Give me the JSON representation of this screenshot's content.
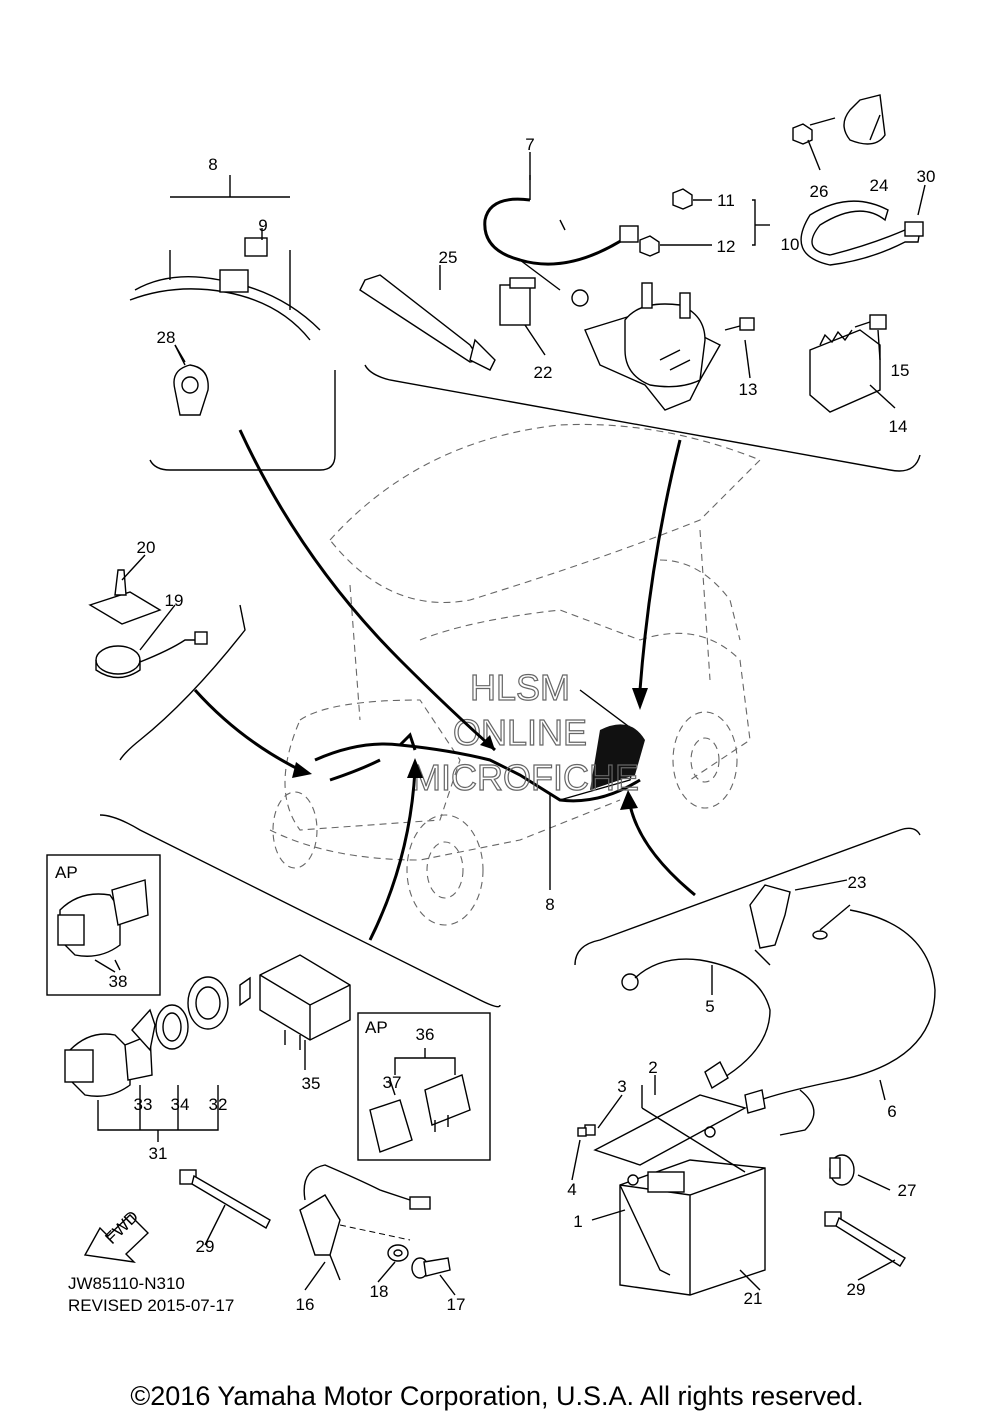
{
  "labels": {
    "p1": "1",
    "p2": "2",
    "p3": "3",
    "p4": "4",
    "p5": "5",
    "p6": "6",
    "p7": "7",
    "p8a": "8",
    "p8b": "8",
    "p9": "9",
    "p10": "10",
    "p11": "11",
    "p12": "12",
    "p13": "13",
    "p14": "14",
    "p15": "15",
    "p16": "16",
    "p17": "17",
    "p18": "18",
    "p19": "19",
    "p20": "20",
    "p21": "21",
    "p22": "22",
    "p23": "23",
    "p24": "24",
    "p25": "25",
    "p26": "26",
    "p27": "27",
    "p28": "28",
    "p29a": "29",
    "p29b": "29",
    "p30": "30",
    "p31": "31",
    "p32": "32",
    "p33": "33",
    "p34": "34",
    "p35": "35",
    "p36": "36",
    "p37": "37",
    "p38": "38"
  },
  "boxes": {
    "ap_left": "AP",
    "ap_right": "AP"
  },
  "fwd_arrow": "FWD",
  "watermark": {
    "line1": "HLSM",
    "line2": "ONLINE",
    "line3": "MICROFICHE"
  },
  "drawing_code": "JW85110-N310",
  "revised": "REVISED 2015-07-17",
  "copyright": "©2016 Yamaha Motor Corporation, U.S.A. All rights reserved."
}
